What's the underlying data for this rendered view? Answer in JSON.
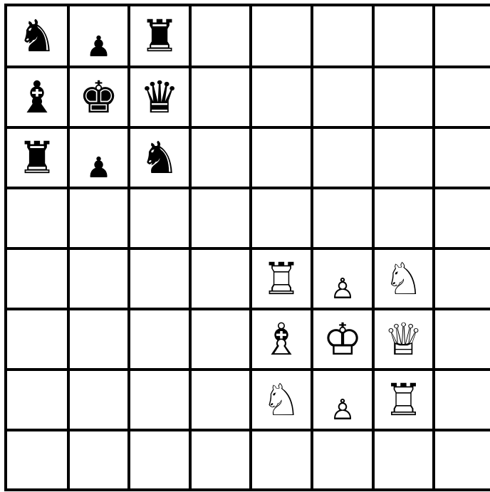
{
  "board": {
    "files": 8,
    "ranks": 8,
    "colors": {
      "background": "#ffffff",
      "lines": "#000000",
      "black_pieces": "#000000",
      "white_piece_outline": "#000000"
    },
    "pieces": [
      {
        "row": 0,
        "col": 0,
        "type": "knight",
        "color": "black",
        "icon": "knight-icon"
      },
      {
        "row": 0,
        "col": 1,
        "type": "pawn",
        "color": "black",
        "icon": "pawn-icon"
      },
      {
        "row": 0,
        "col": 2,
        "type": "rook",
        "color": "black",
        "icon": "rook-icon"
      },
      {
        "row": 1,
        "col": 0,
        "type": "bishop",
        "color": "black",
        "icon": "bishop-icon"
      },
      {
        "row": 1,
        "col": 1,
        "type": "king",
        "color": "black",
        "icon": "king-icon"
      },
      {
        "row": 1,
        "col": 2,
        "type": "queen",
        "color": "black",
        "icon": "queen-icon"
      },
      {
        "row": 2,
        "col": 0,
        "type": "rook",
        "color": "black",
        "icon": "rook-icon"
      },
      {
        "row": 2,
        "col": 1,
        "type": "pawn",
        "color": "black",
        "icon": "pawn-icon"
      },
      {
        "row": 2,
        "col": 2,
        "type": "knight",
        "color": "black",
        "icon": "knight-icon"
      },
      {
        "row": 4,
        "col": 4,
        "type": "rook",
        "color": "white",
        "icon": "rook-icon"
      },
      {
        "row": 4,
        "col": 5,
        "type": "pawn",
        "color": "white",
        "icon": "pawn-icon"
      },
      {
        "row": 4,
        "col": 6,
        "type": "knight",
        "color": "white",
        "icon": "knight-icon"
      },
      {
        "row": 5,
        "col": 4,
        "type": "bishop",
        "color": "white",
        "icon": "bishop-icon"
      },
      {
        "row": 5,
        "col": 5,
        "type": "king",
        "color": "white",
        "icon": "king-icon"
      },
      {
        "row": 5,
        "col": 6,
        "type": "queen",
        "color": "white",
        "icon": "queen-icon"
      },
      {
        "row": 6,
        "col": 4,
        "type": "knight",
        "color": "white",
        "icon": "knight-icon"
      },
      {
        "row": 6,
        "col": 5,
        "type": "pawn",
        "color": "white",
        "icon": "pawn-icon"
      },
      {
        "row": 6,
        "col": 6,
        "type": "rook",
        "color": "white",
        "icon": "rook-icon"
      }
    ]
  }
}
